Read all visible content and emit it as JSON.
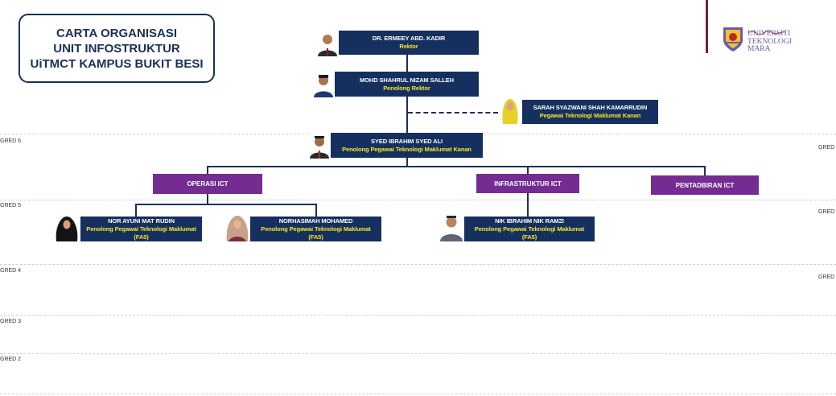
{
  "title": {
    "line1": "CARTA ORGANISASI",
    "line2": "UNIT INFOSTRUKTUR",
    "line3": "UiTMCT KAMPUS BUKIT BESI"
  },
  "grades": {
    "g6": "GRED 6",
    "g5": "GRED 5",
    "g4": "GRED 4",
    "g3": "GRED 3",
    "g2": "GRED 2"
  },
  "logo": {
    "line1": "UNIVERSITI",
    "line2": "TEKNOLOGI",
    "line3": "MARA"
  },
  "people": {
    "rektor": {
      "name": "DR. ERMEEY ABD. KADIR",
      "role": "Rektor"
    },
    "penolong_rektor": {
      "name": "MOHD SHAHRUL NIZAM SALLEH",
      "role": "Penolong Rektor"
    },
    "sarah": {
      "name": "SARAH SYAZWANI SHAH KAMARRUDIN",
      "role": "Pegawai Teknologi Maklumat Kanan"
    },
    "syed": {
      "name": "SYED IBRAHIM SYED ALI",
      "role": "Penolong Pegawai Teknologi Maklumat Kanan"
    },
    "nor": {
      "name": "NOR AYUNI MAT RUDIN",
      "role": "Penolong Pegawai Teknologi Maklumat",
      "note": "(FA5)"
    },
    "norhasimah": {
      "name": "NORHASIMAH MOHAMED",
      "role": "Penolong Pegawai Teknologi Maklumat",
      "note": "(FA5)"
    },
    "nik": {
      "name": "NIK IBRAHIM NIK RAMZI",
      "role": "Penolong Pegawai Teknologi Maklumat",
      "note": "(FA5)"
    }
  },
  "units": {
    "operasi": "OPERASI ICT",
    "infrastruktur": "INFRASTRUKTUR ICT",
    "pentadbiran": "PENTADBIRAN ICT"
  },
  "colors": {
    "navy": "#15305e",
    "purple": "#742c93",
    "role_yellow": "#f6e52a"
  }
}
